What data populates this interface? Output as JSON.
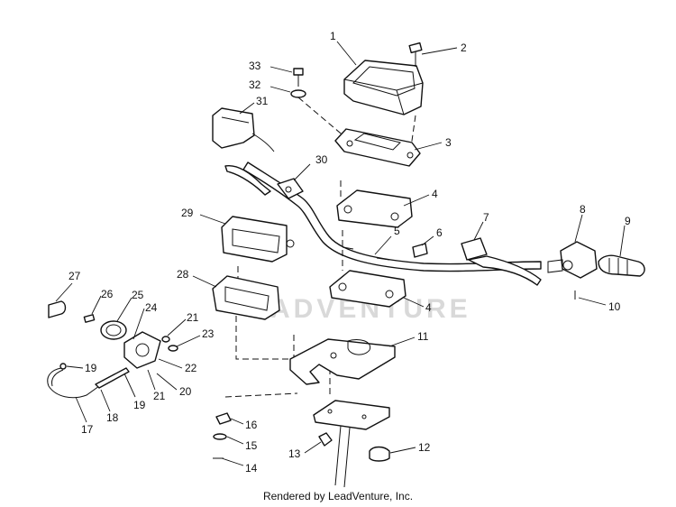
{
  "callouts": {
    "c1": "1",
    "c2": "2",
    "c3": "3",
    "c4a": "4",
    "c4b": "4",
    "c5": "5",
    "c6": "6",
    "c7": "7",
    "c8": "8",
    "c9": "9",
    "c10": "10",
    "c11": "11",
    "c12": "12",
    "c13": "13",
    "c14": "14",
    "c15": "15",
    "c16": "16",
    "c17": "17",
    "c18": "18",
    "c19a": "19",
    "c19b": "19",
    "c20": "20",
    "c21a": "21",
    "c21b": "21",
    "c22": "22",
    "c23": "23",
    "c24": "24",
    "c25": "25",
    "c26": "26",
    "c27": "27",
    "c28": "28",
    "c29": "29",
    "c30": "30",
    "c31": "31",
    "c32": "32",
    "c33": "33"
  },
  "watermark": "ADVENTURE",
  "footer": "Rendered by LeadVenture, Inc."
}
